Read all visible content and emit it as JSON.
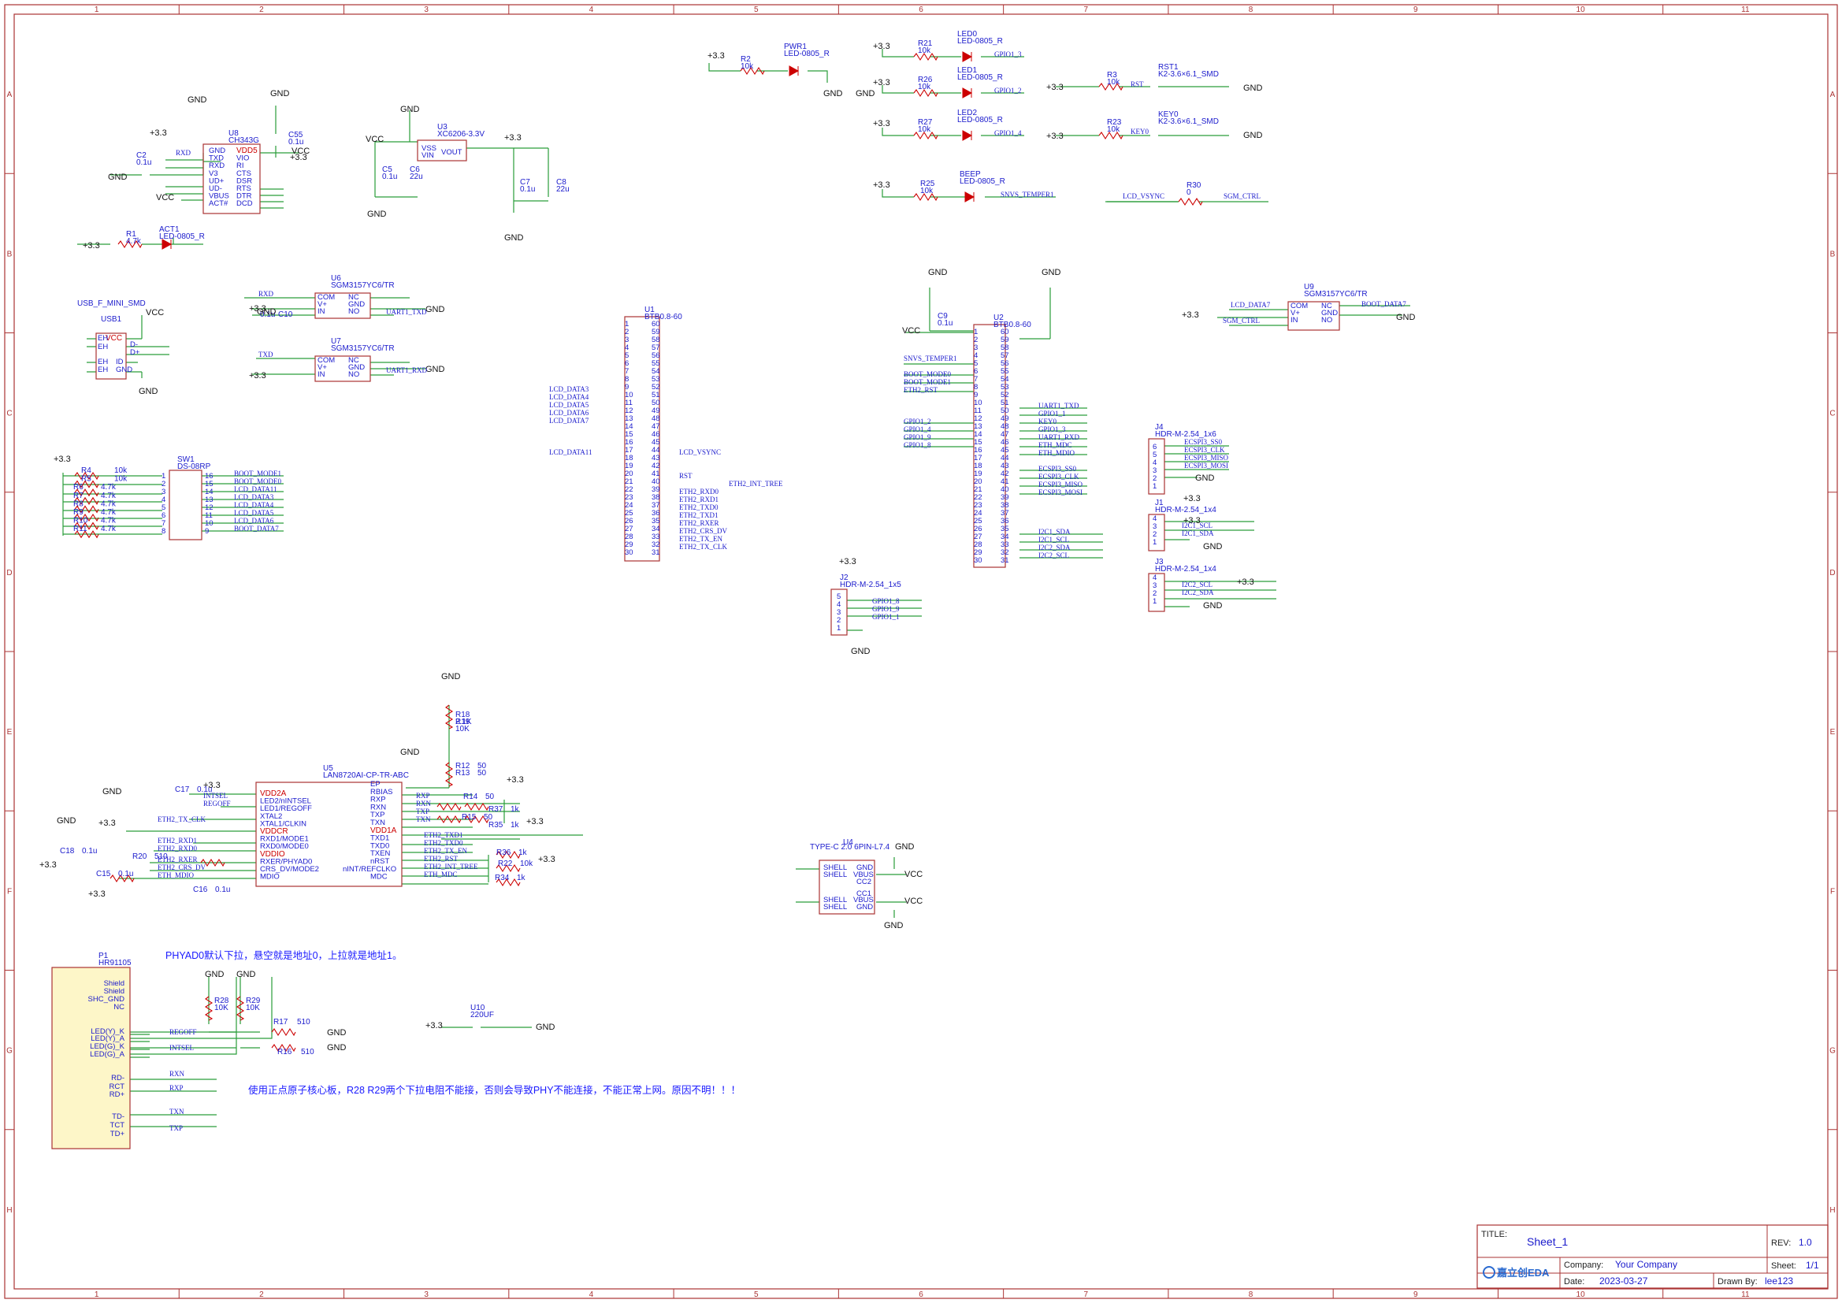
{
  "frame": {
    "columns": [
      "1",
      "2",
      "3",
      "4",
      "5",
      "6",
      "7",
      "8",
      "9",
      "10",
      "11"
    ],
    "rows": [
      "A",
      "B",
      "C",
      "D",
      "E",
      "F",
      "G",
      "H"
    ]
  },
  "title_block": {
    "title_label": "TITLE:",
    "title": "Sheet_1",
    "rev_label": "REV:",
    "rev": "1.0",
    "company_label": "Company:",
    "company": "Your Company",
    "sheet_label": "Sheet:",
    "sheet": "1/1",
    "date_label": "Date:",
    "date": "2023-03-27",
    "drawn_label": "Drawn By:",
    "drawn": "lee123",
    "logo": "嘉立创EDA"
  },
  "notes": {
    "phyad": "PHYAD0默认下拉，悬空就是地址0，上拉就是地址1。",
    "warning": "使用正点原子核心板，R28 R29两个下拉电阻不能接，否则会导致PHY不能连接，不能正常上网。原因不明！！！"
  },
  "components": {
    "u8": {
      "ref": "U8",
      "part": "CH343G",
      "pins_left": [
        "GND",
        "TXD",
        "RXD",
        "V3",
        "UD+",
        "UD-",
        "VBUS",
        "ACT#"
      ],
      "pins_right": [
        "VDD5",
        "VIO",
        "RI",
        "CTS",
        "DSR",
        "RTS",
        "DTR",
        "DCD"
      ]
    },
    "u3": {
      "ref": "U3",
      "part": "XC6206-3.3V",
      "pins": [
        "VSS",
        "VIN",
        "VOUT"
      ]
    },
    "u6": {
      "ref": "U6",
      "part": "SGM3157YC6/TR",
      "pins_left": [
        "COM",
        "V+",
        "IN"
      ],
      "pins_right": [
        "NC",
        "GND",
        "NO"
      ]
    },
    "u7": {
      "ref": "U7",
      "part": "SGM3157YC6/TR",
      "pins_left": [
        "COM",
        "V+",
        "IN"
      ],
      "pins_right": [
        "NC",
        "GND",
        "NO"
      ]
    },
    "u9": {
      "ref": "U9",
      "part": "SGM3157YC6/TR",
      "pins_left": [
        "COM",
        "V+",
        "IN"
      ],
      "pins_right": [
        "NC",
        "GND",
        "NO"
      ]
    },
    "u1": {
      "ref": "U1",
      "part": "BTB0.8-60"
    },
    "u2": {
      "ref": "U2",
      "part": "BTB0.8-60"
    },
    "u5": {
      "ref": "U5",
      "part": "LAN8720AI-CP-TR-ABC",
      "pins_left": [
        "VDD2A",
        "LED2/nINTSEL",
        "LED1/REGOFF",
        "XTAL2",
        "XTAL1/CLKIN",
        "VDDCR",
        "RXD1/MODE1",
        "RXD0/MODE0",
        "VDDIO",
        "RXER/PHYAD0",
        "CRS_DV/MODE2",
        "MDIO"
      ],
      "pins_right": [
        "EP",
        "RBIAS",
        "RXP",
        "RXN",
        "TXP",
        "TXN",
        "VDD1A",
        "TXD1",
        "TXD0",
        "TXEN",
        "nRST",
        "nINT/REFCLKO",
        "MDC"
      ]
    },
    "u4": {
      "ref": "U4",
      "part": "TYPE-C 2.0 6PIN-L7.4"
    },
    "usb1": {
      "ref": "USB1",
      "part": "USB_F_MINI_SMD"
    },
    "sw1": {
      "ref": "SW1",
      "part": "DS-08RP"
    },
    "p1": {
      "ref": "P1",
      "part": "HR91105",
      "pins": [
        "Shield",
        "Shield",
        "SHC_GND",
        "NC",
        "LED(Y)_K",
        "LED(Y)_A",
        "LED(G)_K",
        "LED(G)_A",
        "RD-",
        "RCT",
        "RD+",
        "TD-",
        "TCT",
        "TD+"
      ]
    },
    "j1": {
      "ref": "J1",
      "part": "HDR-M-2.54_1x4"
    },
    "j2": {
      "ref": "J2",
      "part": "HDR-M-2.54_1x5"
    },
    "j3": {
      "ref": "J3",
      "part": "HDR-M-2.54_1x4"
    },
    "j4": {
      "ref": "J4",
      "part": "HDR-M-2.54_1x6"
    },
    "u10": {
      "ref": "U10",
      "part": "220UF"
    }
  },
  "leds": [
    {
      "ref": "PWR1",
      "part": "LED-0805_R",
      "r": "R2",
      "rv": "10k",
      "net": "GND"
    },
    {
      "ref": "LED0",
      "part": "LED-0805_R",
      "r": "R21",
      "rv": "10k",
      "net": "GPIO1_3"
    },
    {
      "ref": "LED1",
      "part": "LED-0805_R",
      "r": "R26",
      "rv": "10k",
      "net": "GPIO1_2"
    },
    {
      "ref": "LED2",
      "part": "LED-0805_R",
      "r": "R27",
      "rv": "10k",
      "net": "GPIO1_4"
    },
    {
      "ref": "BEEP",
      "part": "LED-0805_R",
      "r": "R25",
      "rv": "10k",
      "net": "SNVS_TEMPER1"
    },
    {
      "ref": "ACT1",
      "part": "LED-0805_R",
      "r": "R1",
      "rv": "4.7k",
      "net": ""
    }
  ],
  "switches": [
    {
      "ref": "RST1",
      "part": "K2-3.6×6.1_SMD",
      "r": "R3",
      "rv": "10k",
      "net": "RST"
    },
    {
      "ref": "KEY0",
      "part": "K2-3.6×6.1_SMD",
      "r": "R23",
      "rv": "10k",
      "net": "KEY0"
    }
  ],
  "r30": {
    "ref": "R30",
    "value": "0",
    "left": "LCD_VSYNC",
    "right": "SGM_CTRL"
  },
  "u1_left_nets": [
    "LCD_DATA3",
    "LCD_DATA4",
    "LCD_DATA5",
    "LCD_DATA6",
    "LCD_DATA7",
    "LCD_DATA11"
  ],
  "u1_right_nets": [
    "LCD_VSYNC",
    "RST",
    "ETH2_INT_TREE",
    "ETH2_RXD0",
    "ETH2_RXD1",
    "ETH2_TXD0",
    "ETH2_TXD1",
    "ETH2_RXER",
    "ETH2_CRS_DV",
    "ETH2_TX_EN",
    "ETH2_TX_CLK"
  ],
  "u2_left_nets": [
    "SNVS_TEMPER1",
    "BOOT_MODE0",
    "BOOT_MODE1",
    "ETH2_RST",
    "GPIO1_2",
    "GPIO1_4",
    "GPIO1_9",
    "GPIO1_8"
  ],
  "u2_right_nets": [
    "UART1_TXD",
    "GPIO1_1",
    "KEY0",
    "GPIO1_3",
    "UART1_RXD",
    "ETH_MDC",
    "ETH_MDIO",
    "ECSPI3_SS0",
    "ECSPI3_CLK",
    "ECSPI3_MISO",
    "ECSPI3_MOSI",
    "I2C1_SDA",
    "I2C1_SCL",
    "I2C2_SDA",
    "I2C2_SCL"
  ],
  "sw1_nets": [
    "BOOT_MODE1",
    "BOOT_MODE0",
    "LCD_DATA11",
    "LCD_DATA3",
    "LCD_DATA4",
    "LCD_DATA5",
    "LCD_DATA6",
    "BOOT_DATA7"
  ],
  "sw1_resistors": [
    {
      "ref": "R4",
      "v": "10k"
    },
    {
      "ref": "R5",
      "v": "10k"
    },
    {
      "ref": "R6",
      "v": "4.7k"
    },
    {
      "ref": "R7",
      "v": "4.7k"
    },
    {
      "ref": "R8",
      "v": "4.7k"
    },
    {
      "ref": "R9",
      "v": "4.7k"
    },
    {
      "ref": "R10",
      "v": "4.7k"
    },
    {
      "ref": "R11",
      "v": "4.7k"
    }
  ],
  "u5_left_nets": [
    "INTSEL",
    "REGOFF",
    "ETH2_TX_CLK",
    "ETH2_RXD1",
    "ETH2_RXD0",
    "ETH2_RXER",
    "ETH2_CRS_DV",
    "ETH_MDIO"
  ],
  "u5_right_nets": [
    "RXP",
    "RXN",
    "TXP",
    "TXN",
    "ETH2_TXD1",
    "ETH2_TXD0",
    "ETH2_TX_EN",
    "ETH2_RST",
    "ETH2_INT_TREE",
    "ETH_MDC"
  ],
  "u5_parts": [
    {
      "ref": "R18",
      "v": "2.1K"
    },
    {
      "ref": "R19",
      "v": "10K"
    },
    {
      "ref": "R12",
      "v": "50"
    },
    {
      "ref": "R13",
      "v": "50"
    },
    {
      "ref": "R14",
      "v": "50"
    },
    {
      "ref": "R15",
      "v": "50"
    },
    {
      "ref": "R37",
      "v": "1k"
    },
    {
      "ref": "R35",
      "v": "1k"
    },
    {
      "ref": "R36",
      "v": "1k"
    },
    {
      "ref": "R22",
      "v": "10k"
    },
    {
      "ref": "R34",
      "v": "1k"
    },
    {
      "ref": "R20",
      "v": "510"
    },
    {
      "ref": "C15",
      "v": "0.1u"
    },
    {
      "ref": "C16",
      "v": "0.1u"
    },
    {
      "ref": "C17",
      "v": "0.1u"
    },
    {
      "ref": "C18",
      "v": "0.1u"
    }
  ],
  "p1_nets": [
    "REGOFF",
    "INTSEL",
    "RXN",
    "RXP",
    "TXN",
    "TXP"
  ],
  "p1_parts": [
    {
      "ref": "R28",
      "v": "10K"
    },
    {
      "ref": "R29",
      "v": "10K"
    },
    {
      "ref": "R17",
      "v": "510"
    },
    {
      "ref": "R16",
      "v": "510"
    }
  ],
  "j_nets": {
    "j4": [
      "ECSPI3_SS0",
      "ECSPI3_CLK",
      "ECSPI3_MISO",
      "ECSPI3_MOSI"
    ],
    "j1": [
      "I2C1_SCL",
      "I2C1_SDA"
    ],
    "j3": [
      "I2C2_SCL",
      "I2C2_SDA"
    ],
    "j2": [
      "GPIO1_8",
      "GPIO1_9",
      "GPIO1_1"
    ]
  },
  "u6_nets": [
    "RXD",
    "UART1_TXD"
  ],
  "u7_nets": [
    "TXD",
    "UART1_RXD"
  ],
  "u9_nets": [
    "LCD_DATA7",
    "SGM_CTRL",
    "BOOT_DATA7"
  ],
  "usb_pins": [
    "VCC",
    "D-",
    "D+",
    "ID",
    "GND",
    "EH",
    "EH",
    "EH",
    "EH"
  ],
  "power": {
    "gnd": "GND",
    "p33": "+3.3",
    "vcc": "VCC"
  },
  "caps": [
    {
      "ref": "C2",
      "v": "0.1u"
    },
    {
      "ref": "C55",
      "v": "0.1u"
    },
    {
      "ref": "C5",
      "v": "0.1u"
    },
    {
      "ref": "C6",
      "v": "22u"
    },
    {
      "ref": "C7",
      "v": "0.1u"
    },
    {
      "ref": "C8",
      "v": "22u"
    },
    {
      "ref": "C9",
      "v": "0.1u"
    },
    {
      "ref": "C10",
      "v": "0.1u"
    }
  ]
}
